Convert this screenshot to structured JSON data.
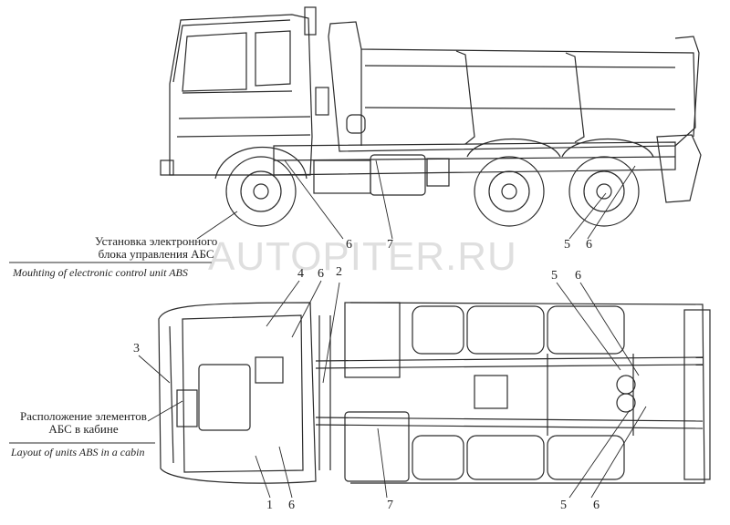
{
  "side_view": {
    "caption_ru": "Установка электронного\nблока управления АБС",
    "caption_en": "Mouhting of electronic control unit ABS",
    "callouts": [
      "6",
      "7",
      "5",
      "6"
    ]
  },
  "top_view": {
    "caption_ru": "Расположение элементов\nАБС в кабине",
    "caption_en": "Layout of units ABS in a cabin",
    "callouts_top": [
      "4",
      "6",
      "2",
      "5",
      "6"
    ],
    "callout_left": "3",
    "callouts_bottom": [
      "1",
      "6",
      "7",
      "5",
      "6"
    ]
  },
  "watermark": "AUTOPITER.RU"
}
